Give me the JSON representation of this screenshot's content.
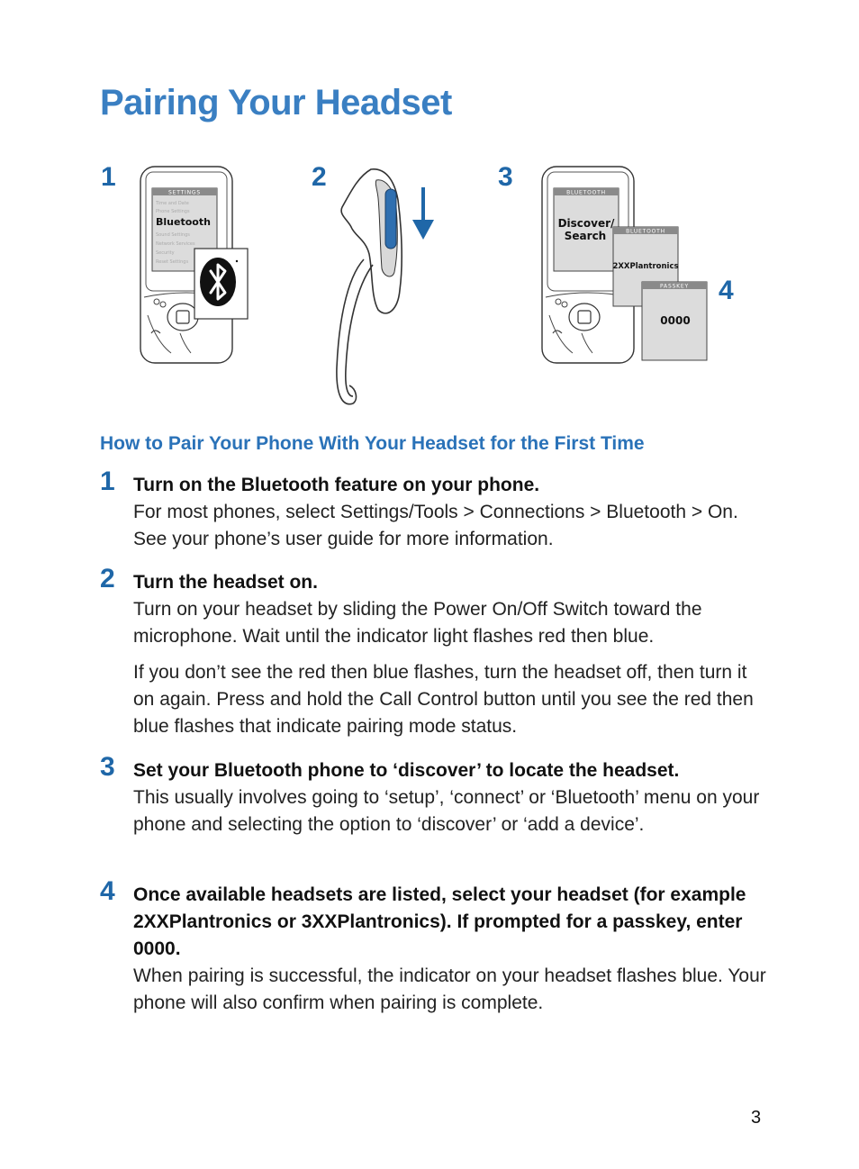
{
  "page": {
    "title": "Pairing Your Headset",
    "page_number": "3"
  },
  "figures": [
    {
      "number": "1",
      "screen_header": "SETTINGS",
      "menu_items": [
        "Time and Date",
        "Phone Settings",
        "Bluetooth",
        "Sound Settings",
        "Network Services",
        "Security",
        "Reset Settings"
      ],
      "selected_item": "Bluetooth",
      "badge": "bluetooth-icon"
    },
    {
      "number": "2",
      "illustration": "headset-icon"
    },
    {
      "number": "3",
      "screen_header": "BLUETOOTH",
      "screen_line1": "Discover/",
      "screen_line2": "Search"
    },
    {
      "number": "4",
      "card1_header": "BLUETOOTH",
      "card1_text": "2XXPlantronics",
      "card2_header": "PASSKEY",
      "card2_text": "0000"
    }
  ],
  "instructions": {
    "subtitle": "How to Pair Your Phone With Your Headset for the First Time",
    "steps": [
      {
        "number": "1",
        "heading": "Turn on the Bluetooth feature on your phone.",
        "text": "For most phones, select Settings/Tools > Connections > Bluetooth > On. See your phone’s user guide for more information."
      },
      {
        "number": "2",
        "heading": "Turn the headset on.",
        "text": "Turn on your headset by sliding the Power On/Off Switch toward the microphone. Wait until the indicator light flashes red then blue.",
        "extra": "If you don’t see the red then blue flashes, turn the headset off, then turn it on again. Press and hold the Call Control button until you see the red then blue flashes that indicate pairing mode status."
      },
      {
        "number": "3",
        "heading": "Set your Bluetooth phone to ‘discover’ to locate the headset.",
        "text": "This usually involves going to ‘setup’, ‘connect’ or ‘Bluetooth’ menu on your phone and selecting the option to ‘discover’ or ‘add a device’."
      },
      {
        "number": "4",
        "heading": "Once available headsets are listed, select your headset (for example 2XXPlantronics or 3XXPlantronics). If prompted for a passkey, enter 0000.",
        "text": "When pairing is successful, the indicator on your headset flashes blue. Your phone will also confirm when pairing is complete."
      }
    ]
  },
  "colors": {
    "title_blue": "#3a7fc2",
    "number_blue": "#1f67a8",
    "headset_blue": "#2f6fb0"
  }
}
